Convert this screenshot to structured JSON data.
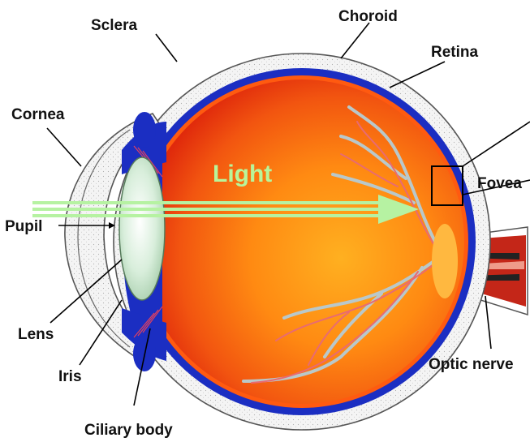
{
  "labels": {
    "sclera": "Sclera",
    "choroid": "Choroid",
    "retina": "Retina",
    "cornea": "Cornea",
    "fovea": "Fovea",
    "light": "Light",
    "pupil": "Pupil",
    "lens": "Lens",
    "iris": "Iris",
    "ciliary_body": "Ciliary body",
    "optic_nerve": "Optic nerve"
  },
  "colors": {
    "sclera": "#f2f2f2",
    "choroid": "#1a2cc8",
    "vitreous_outer": "#e02010",
    "vitreous_inner": "#ff9a1a",
    "lens": "#cfe8d0",
    "light_beam": "#aef0a0",
    "light_text": "#b8f59a",
    "vessels": "#b8c6c8",
    "optic_nerve": "#c0251a"
  }
}
